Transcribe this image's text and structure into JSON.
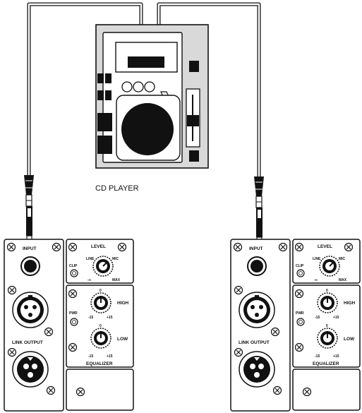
{
  "cd_player": {
    "label": "CD PLAYER"
  },
  "panel_text": {
    "input": "INPUT",
    "link_output": "LINK OUTPUT",
    "level": "LEVEL",
    "line": "LINE",
    "mic": "MIC",
    "min": "-∞",
    "max": "MAX",
    "clip": "CLIP",
    "pwr": "PWR",
    "high": "HIGH",
    "low": "LOW",
    "zero": "0",
    "minus15": "-15",
    "plus15": "+15",
    "equalizer": "EQUALIZER"
  },
  "speakers": [
    {
      "id": "left"
    },
    {
      "id": "right"
    }
  ]
}
